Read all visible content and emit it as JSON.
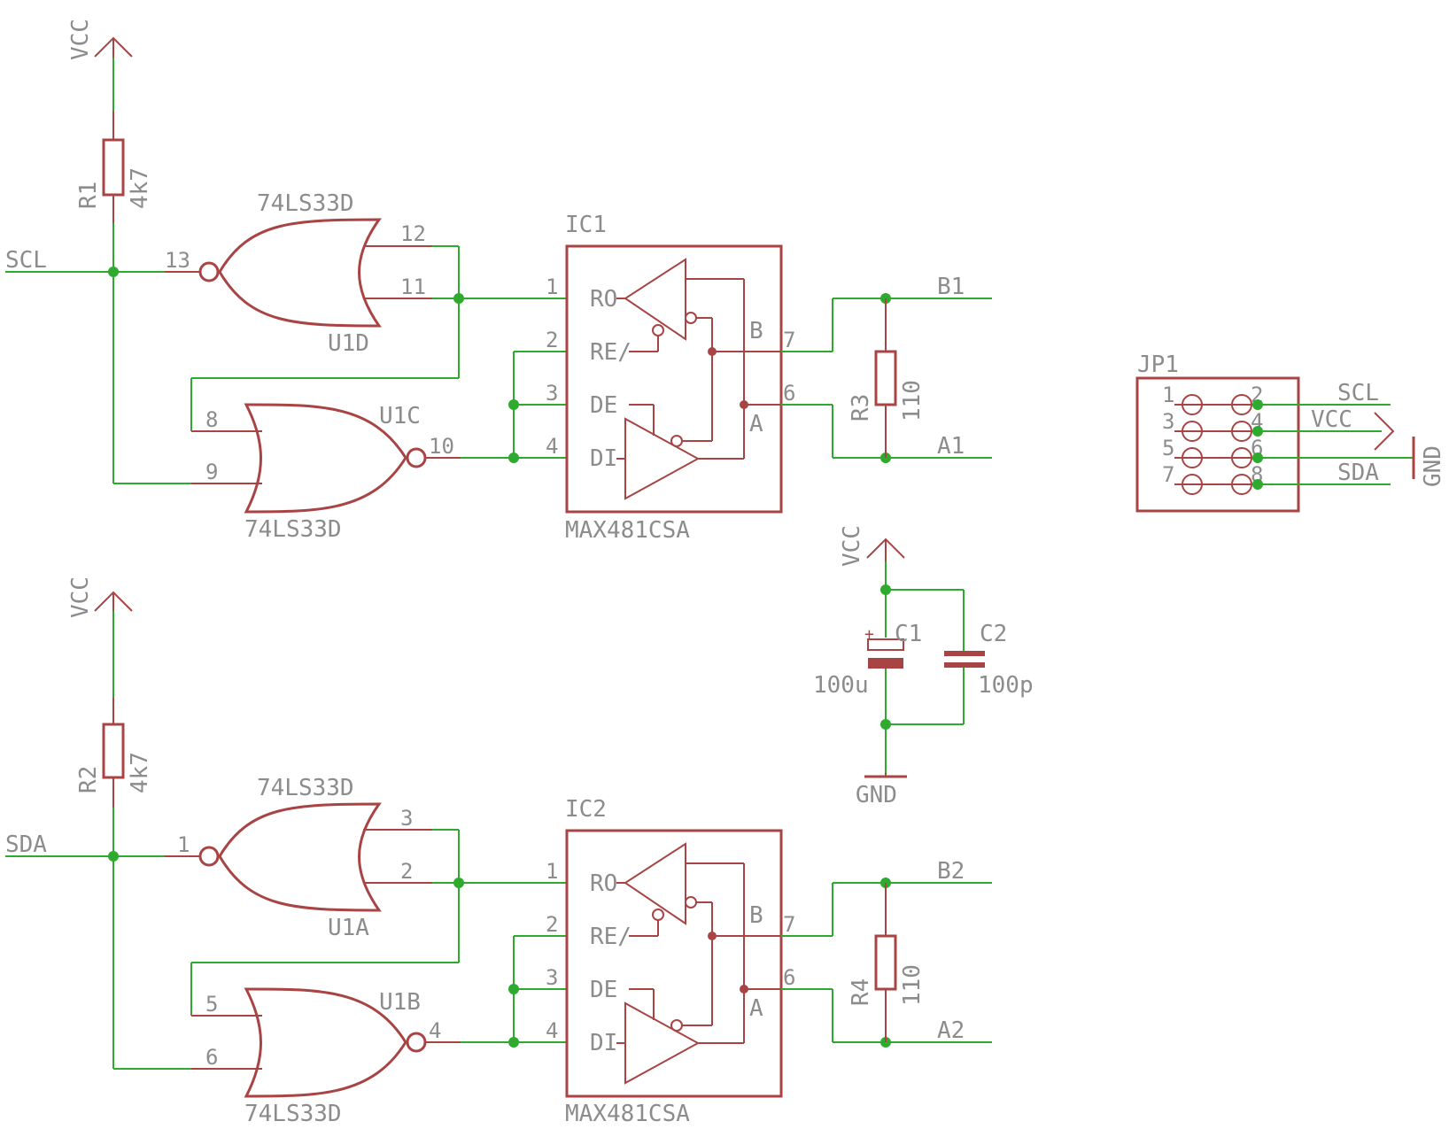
{
  "power": {
    "vcc": "VCC",
    "gnd": "GND"
  },
  "nets": {
    "scl": "SCL",
    "sda": "SDA",
    "b1": "B1",
    "a1": "A1",
    "b2": "B2",
    "a2": "A2"
  },
  "resistors": {
    "r1": {
      "name": "R1",
      "value": "4k7"
    },
    "r2": {
      "name": "R2",
      "value": "4k7"
    },
    "r3": {
      "name": "R3",
      "value": "110"
    },
    "r4": {
      "name": "R4",
      "value": "110"
    }
  },
  "capacitors": {
    "c1": {
      "name": "C1",
      "value": "100u",
      "polarity": "+"
    },
    "c2": {
      "name": "C2",
      "value": "100p"
    }
  },
  "gates": {
    "u1d": {
      "name": "U1D",
      "type": "74LS33D",
      "pins": [
        "13",
        "12",
        "11"
      ]
    },
    "u1c": {
      "name": "U1C",
      "type": "74LS33D",
      "pins": [
        "8",
        "9",
        "10"
      ]
    },
    "u1a": {
      "name": "U1A",
      "type": "74LS33D",
      "pins": [
        "1",
        "3",
        "2"
      ]
    },
    "u1b": {
      "name": "U1B",
      "type": "74LS33D",
      "pins": [
        "5",
        "6",
        "4"
      ]
    }
  },
  "ics": {
    "ic1": {
      "name": "IC1",
      "part": "MAX481CSA"
    },
    "ic2": {
      "name": "IC2",
      "part": "MAX481CSA"
    },
    "pin_labels": {
      "ro": "RO",
      "re": "RE/",
      "de": "DE",
      "di": "DI",
      "b": "B",
      "a": "A"
    },
    "pin_numbers": {
      "ro": "1",
      "re": "2",
      "de": "3",
      "di": "4",
      "b": "7",
      "a": "6"
    }
  },
  "connector": {
    "name": "JP1",
    "pins_left": [
      "1",
      "3",
      "5",
      "7"
    ],
    "pins_right": [
      "2",
      "4",
      "6",
      "8"
    ],
    "signals": [
      "SCL",
      "VCC",
      "SDA"
    ],
    "gnd": "GND"
  }
}
